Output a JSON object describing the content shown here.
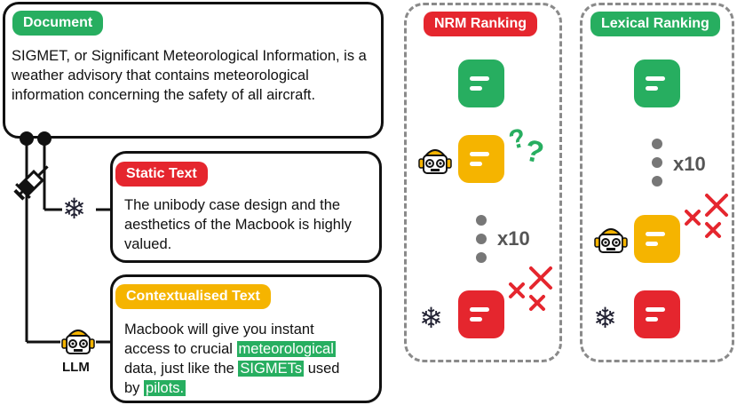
{
  "document": {
    "label": "Document",
    "text": "SIGMET, or Significant Meteorological Information, is a weather advisory that contains meteorological information concerning the safety of all aircraft."
  },
  "static_text": {
    "label": "Static Text",
    "text": "The unibody case design and the aesthetics of the Macbook is highly valued."
  },
  "contextualised_text": {
    "label": "Contextualised Text",
    "line1": "Macbook will give you instant",
    "line2_pre": "access to crucial ",
    "line2_hl": "meteorological",
    "line3_pre": "data, just like the ",
    "line3_hl": "SIGMETs",
    "line3_post": " used",
    "line4_pre": "by ",
    "line4_hl": "pilots."
  },
  "llm_label": "LLM",
  "nrm_ranking": {
    "title": "NRM Ranking",
    "repeat_label": "x10"
  },
  "lexical_ranking": {
    "title": "Lexical Ranking",
    "repeat_label": "x10"
  },
  "icons": {
    "injection": "syringe-icon",
    "static": "snowflake-icon",
    "llm": "robot-icon",
    "wrong": "red-cross-icon",
    "confused": "question-marks-icon"
  },
  "colors": {
    "green": "#27ae60",
    "red": "#e5262e",
    "amber": "#f5b400",
    "dash": "#8a8a8a"
  }
}
